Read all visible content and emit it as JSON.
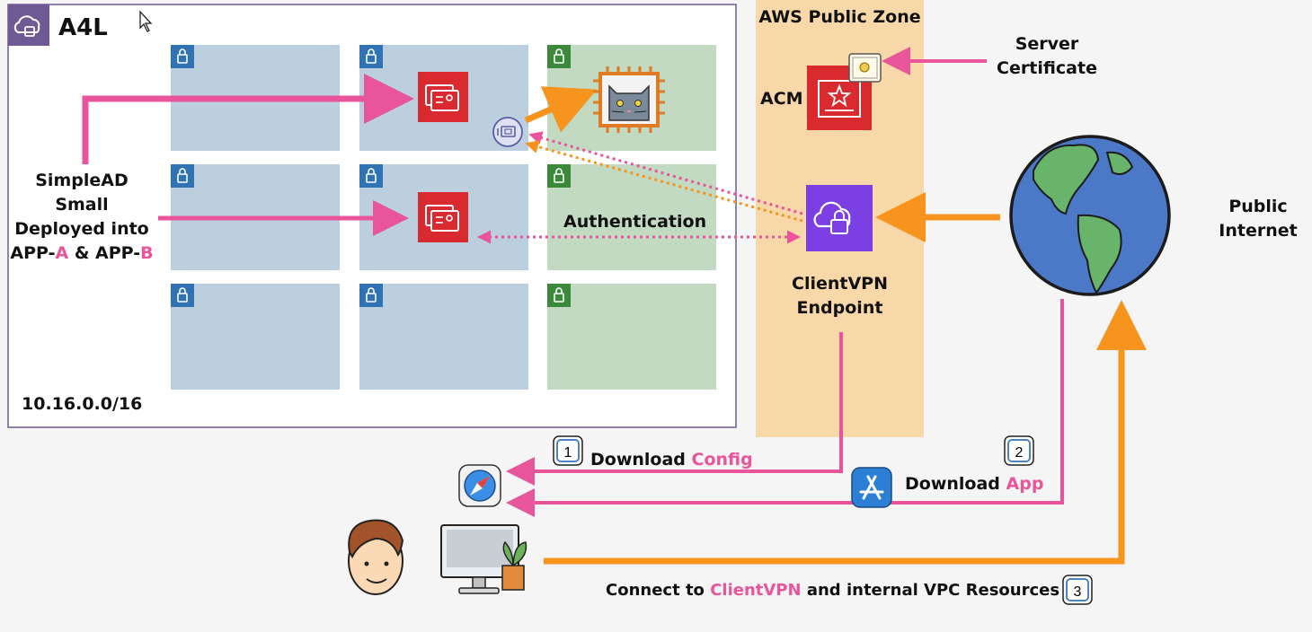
{
  "vpc": {
    "name": "A4L",
    "cidr": "10.16.0.0/16",
    "simplead_lines": [
      "SimpleAD",
      "Small",
      "Deployed into"
    ],
    "app_a_prefix": "APP-",
    "app_a": "A",
    "app_and": " & ",
    "app_b_prefix": "APP-",
    "app_b": "B"
  },
  "public_zone": {
    "title": "AWS Public Zone",
    "acm": "ACM",
    "endpoint_line1": "ClientVPN",
    "endpoint_line2": "Endpoint"
  },
  "server_certificate": {
    "line1": "Server",
    "line2": "Certificate"
  },
  "public_internet": {
    "line1": "Public",
    "line2": "Internet"
  },
  "authentication": "Authentication",
  "steps": [
    {
      "number": "1",
      "text": "Download ",
      "highlight": "Config"
    },
    {
      "number": "2",
      "text": "Download ",
      "highlight": "App"
    },
    {
      "number": "3",
      "prefix": "Connect to ",
      "highlight": "ClientVPN",
      "suffix": " and internal VPC Resources"
    }
  ],
  "colors": {
    "pink": "#e8559a",
    "orange": "#f7941d",
    "subnet_blue": "#bccfde",
    "subnet_green": "#c2d9c2",
    "vpc_border": "#6f5a96",
    "public_zone": "#f8d8a8",
    "directory_red": "#d92b2f",
    "vpn_purple": "#7b3fe4"
  },
  "icons": [
    "cloud-lock-icon",
    "subnet-lock-icon",
    "directory-service-icon",
    "network-interface-icon",
    "ec2-cat-instance-icon",
    "acm-icon",
    "certificate-icon",
    "client-vpn-icon",
    "globe-icon",
    "safari-icon",
    "app-store-icon",
    "user-avatar-icon",
    "desktop-computer-icon",
    "mouse-cursor-icon"
  ]
}
